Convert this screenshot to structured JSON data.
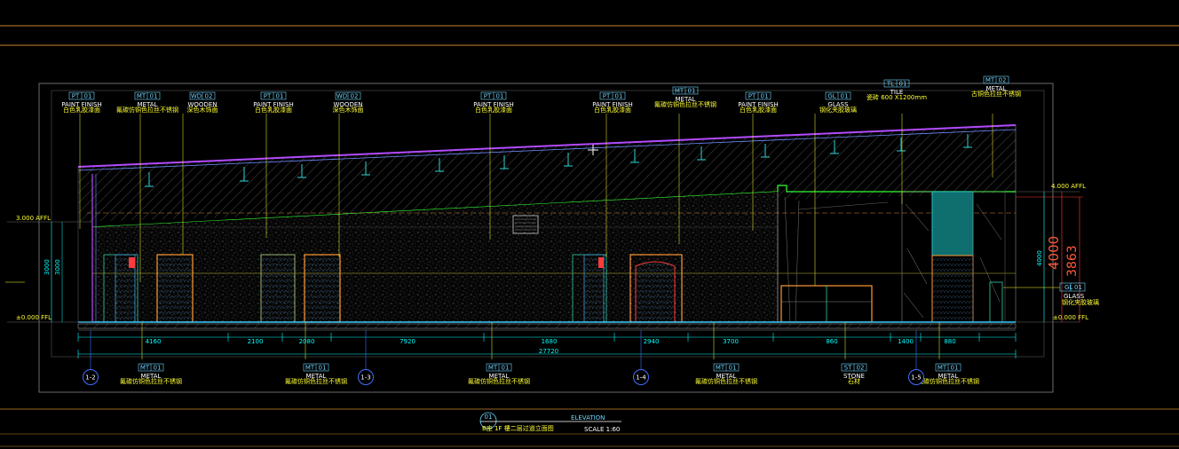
{
  "drawing": {
    "title_number": "01",
    "title": "ELEVATION",
    "scale": "SCALE 1:60",
    "subtitle": "B座 1F 樓二层过道立面图"
  },
  "colors": {
    "background": "#000000",
    "frame": "#c8842a",
    "annotation": "#ffff33",
    "dimension": "#00ffff",
    "ceiling": "#b34bff",
    "floor_line": "#33ff33",
    "door": "#ff9933",
    "marker": "#3f6fff",
    "highlight": "#ff3b3b"
  },
  "top_tags": [
    {
      "code": "PT",
      "num": "01",
      "name": "PAINT FINISH",
      "sub": "白色乳胶漆面"
    },
    {
      "code": "MT",
      "num": "01",
      "name": "METAL",
      "sub": "氟碳仿铜色拉丝不锈钢"
    },
    {
      "code": "WD",
      "num": "02",
      "name": "WOODEN",
      "sub": "深色木饰面"
    },
    {
      "code": "PT",
      "num": "01",
      "name": "PAINT FINISH",
      "sub": "白色乳胶漆面"
    },
    {
      "code": "WD",
      "num": "02",
      "name": "WOODEN",
      "sub": "深色木饰面"
    },
    {
      "code": "PT",
      "num": "01",
      "name": "PAINT FINISH",
      "sub": "白色乳胶漆面"
    },
    {
      "code": "PT",
      "num": "01",
      "name": "PAINT FINISH",
      "sub": "白色乳胶漆面"
    },
    {
      "code": "MT",
      "num": "01",
      "name": "METAL",
      "sub": "氟碳仿铜色拉丝不锈钢"
    },
    {
      "code": "PT",
      "num": "01",
      "name": "PAINT FINISH",
      "sub": "白色乳胶漆面"
    },
    {
      "code": "GL",
      "num": "01",
      "name": "GLASS",
      "sub": "钢化夹胶玻璃"
    },
    {
      "code": "TL",
      "num": "01",
      "name": "TILE",
      "sub": "瓷砖 600 X1200mm"
    },
    {
      "code": "MT",
      "num": "02",
      "name": "METAL",
      "sub": "古铜色拉丝不锈钢"
    }
  ],
  "bottom_tags": [
    {
      "code": "MT",
      "num": "01",
      "name": "METAL",
      "sub": "氟碳仿铜色拉丝不锈钢"
    },
    {
      "code": "MT",
      "num": "01",
      "name": "METAL",
      "sub": "氟碳仿铜色拉丝不锈钢"
    },
    {
      "code": "MT",
      "num": "01",
      "name": "METAL",
      "sub": "氟碳仿铜色拉丝不锈钢"
    },
    {
      "code": "MT",
      "num": "01",
      "name": "METAL",
      "sub": "氟碳仿铜色拉丝不锈钢"
    },
    {
      "code": "ST",
      "num": "02",
      "name": "STONE",
      "sub": "石材"
    },
    {
      "code": "MT",
      "num": "01",
      "name": "METAL",
      "sub": "氟碳仿铜色拉丝不锈钢"
    }
  ],
  "grid_markers": [
    "1-2",
    "1-3",
    "1-4",
    "1-5"
  ],
  "dimensions": {
    "segments": [
      "4160",
      "2100",
      "2080",
      "7920",
      "1680",
      "2940",
      "3700",
      "860",
      "1400",
      "880"
    ],
    "total": "27720",
    "left_height_a": "3000",
    "left_height_b": "3000",
    "right_height": "4000",
    "right_height_red_a": "4000",
    "right_height_red_b": "3863"
  },
  "levels": {
    "left_top": "3.000 AFFL",
    "left_bottom": "±0.000 FFL",
    "right_top": "4.000 AFFL",
    "right_bottom": "±0.000 FFL"
  },
  "right_glass_tag": {
    "code": "GL",
    "num": "01",
    "name": "GLASS",
    "sub": "钢化夹胶玻璃"
  }
}
